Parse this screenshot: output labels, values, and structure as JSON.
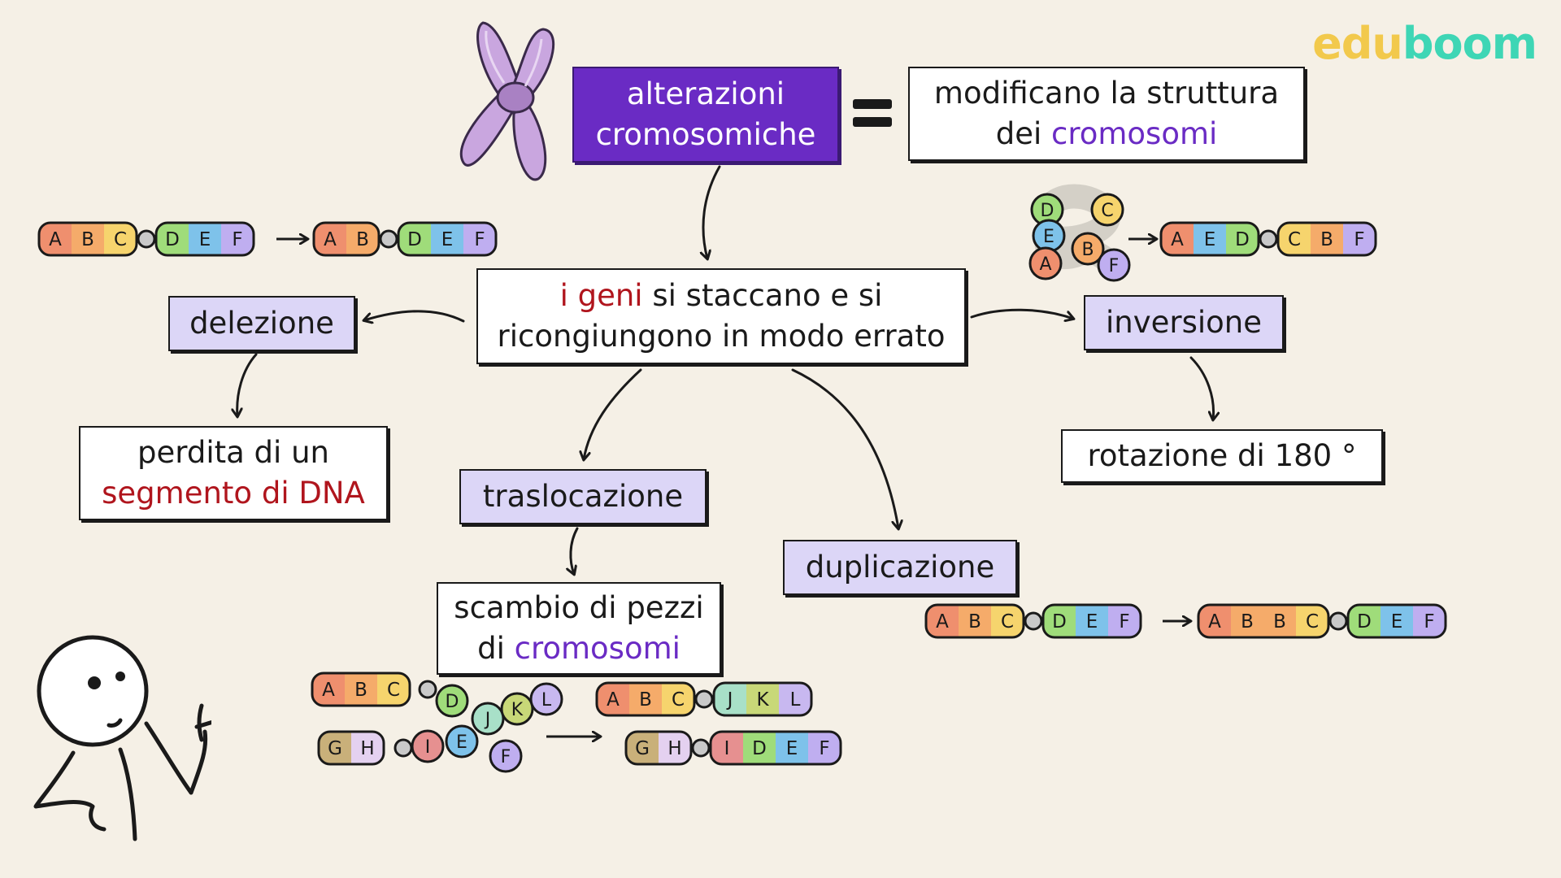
{
  "logo": {
    "part1": "edu",
    "part2": "boom"
  },
  "title": "alterazioni cromosomiche",
  "title_lines": [
    "alterazioni",
    "cromosomiche"
  ],
  "definition": {
    "line1": "modificano la struttura",
    "line2_prefix": "dei ",
    "line2_highlight": "cromosomi"
  },
  "center": {
    "line1_highlight": "i geni",
    "line1_rest": " si staccano e si",
    "line2": "ricongiungono in modo errato"
  },
  "delezione": {
    "label": "delezione",
    "desc_line1": "perdita di un",
    "desc_line2": "segmento di DNA"
  },
  "inversione": {
    "label": "inversione",
    "desc": "rotazione di 180 °"
  },
  "traslocazione": {
    "label": "traslocazione",
    "desc_line1": "scambio di pezzi",
    "desc_line2_prefix": "di ",
    "desc_line2_highlight": "cromosomi"
  },
  "duplicazione": {
    "label": "duplicazione"
  },
  "colors": {
    "title_bg": "#6a2bc4",
    "label_bg": "#dcd6f7",
    "highlight_red": "#b0151d",
    "highlight_purple": "#6a2bc4",
    "chromosome": "#c9a6df",
    "gene_A": "#ef8f6e",
    "gene_B": "#f5ab6a",
    "gene_C": "#f6d46d",
    "gene_D": "#9fdc7a",
    "gene_E": "#7ec2ea",
    "gene_F": "#bfaef0",
    "gene_G": "#c9b07a",
    "gene_H": "#e4d1f0",
    "gene_I": "#e69090",
    "gene_J": "#a8e0c8",
    "gene_K": "#c8d878",
    "gene_L": "#c8b8f0",
    "centromere": "#c9c9c9"
  },
  "sequences": {
    "delezione_before": [
      [
        "A",
        "B",
        "C"
      ],
      [
        "D",
        "E",
        "F"
      ]
    ],
    "delezione_after": [
      [
        "A",
        "B"
      ],
      [
        "D",
        "E",
        "F"
      ]
    ],
    "inversione_before": [
      "D",
      "C",
      "E",
      "B",
      "A",
      "F"
    ],
    "inversione_after": [
      [
        "A",
        "E",
        "D"
      ],
      [
        "C",
        "B",
        "F"
      ]
    ],
    "duplicazione_before": [
      [
        "A",
        "B",
        "C"
      ],
      [
        "D",
        "E",
        "F"
      ]
    ],
    "duplicazione_after": [
      [
        "A",
        "B",
        "B",
        "C"
      ],
      [
        "D",
        "E",
        "F"
      ]
    ],
    "traslocazione_before_top": [
      [
        "A",
        "B",
        "C"
      ]
    ],
    "traslocazione_before_top_arm": [
      "D",
      "J",
      "K",
      "L"
    ],
    "traslocazione_before_bottom": [
      [
        "G",
        "H"
      ]
    ],
    "traslocazione_before_bottom_arm": [
      "I",
      "E",
      "F"
    ],
    "traslocazione_after_top": [
      [
        "A",
        "B",
        "C"
      ],
      [
        "J",
        "K",
        "L"
      ]
    ],
    "traslocazione_after_bottom": [
      [
        "G",
        "H"
      ],
      [
        "I",
        "D",
        "E",
        "F"
      ]
    ]
  }
}
